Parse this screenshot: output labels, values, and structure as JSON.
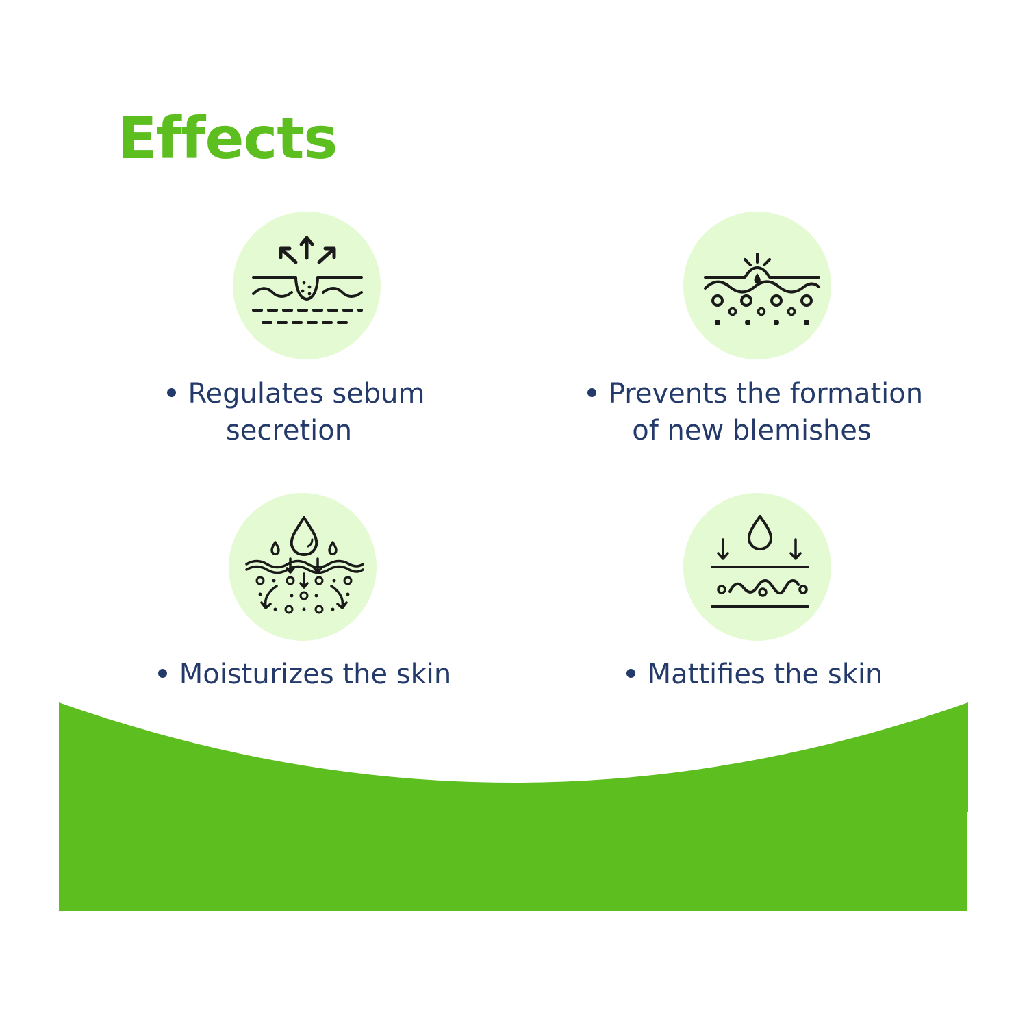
{
  "title": "Effects",
  "colors": {
    "accent_green": "#5dbe1f",
    "circle_fill": "#e4fad2",
    "text_navy": "#233a6b",
    "icon_stroke": "#1a1a1a"
  },
  "effects": [
    {
      "icon": "sebum-regulation-icon",
      "lines": [
        "Regulates sebum",
        "secretion"
      ]
    },
    {
      "icon": "blemish-prevention-icon",
      "lines": [
        "Prevents the formation",
        "of new blemishes"
      ]
    },
    {
      "icon": "skin-hydration-icon",
      "lines": [
        "Moisturizes the skin"
      ]
    },
    {
      "icon": "mattifying-icon",
      "lines": [
        "Mattifies the skin"
      ]
    }
  ]
}
